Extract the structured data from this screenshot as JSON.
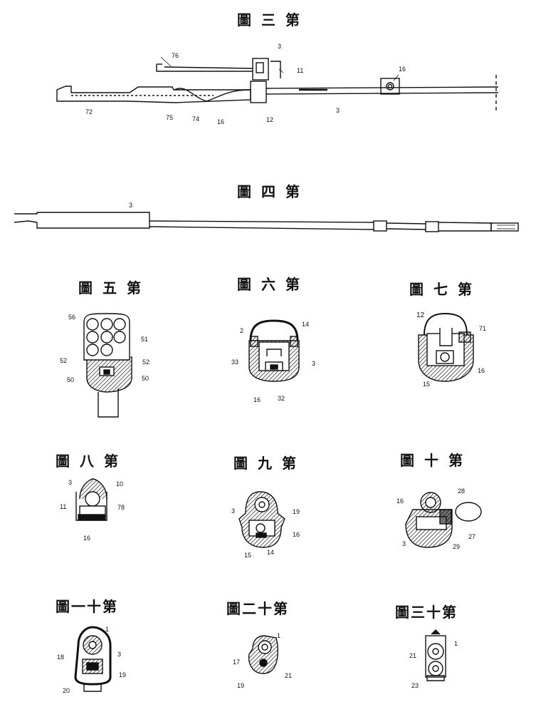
{
  "figures": {
    "f3": {
      "title": "圖三第",
      "labels": {
        "a": "76",
        "b": "3",
        "c": "11",
        "d": "16",
        "e": "72",
        "f": "75",
        "g": "74",
        "h": "16",
        "i": "12",
        "j": "3"
      }
    },
    "f4": {
      "title": "圖四第",
      "labels": {
        "a": "3"
      }
    },
    "f5": {
      "title": "圖五第",
      "labels": {
        "a": "56",
        "b": "51",
        "c": "52",
        "d": "52",
        "e": "50",
        "f": "50"
      }
    },
    "f6": {
      "title": "圖六第",
      "labels": {
        "a": "2",
        "b": "14",
        "c": "33",
        "d": "3",
        "e": "16",
        "f": "32"
      }
    },
    "f7": {
      "title": "圖七第",
      "labels": {
        "a": "12",
        "b": "71",
        "c": "16",
        "d": "15"
      }
    },
    "f8": {
      "title": "圖八第",
      "labels": {
        "a": "3",
        "b": "10",
        "c": "11",
        "d": "78",
        "e": "16"
      }
    },
    "f9": {
      "title": "圖九第",
      "labels": {
        "a": "3",
        "b": "19",
        "c": "16",
        "d": "15",
        "e": "14"
      }
    },
    "f10": {
      "title": "圖十第",
      "labels": {
        "a": "16",
        "b": "28",
        "c": "27",
        "d": "3",
        "e": "29"
      }
    },
    "f11": {
      "title": "圖一十第",
      "labels": {
        "a": "1",
        "b": "18",
        "c": "3",
        "d": "19",
        "e": "20"
      }
    },
    "f12": {
      "title": "圖二十第",
      "labels": {
        "a": "1",
        "b": "17",
        "c": "21",
        "d": "19"
      }
    },
    "f13": {
      "title": "圖三十第",
      "labels": {
        "a": "1",
        "b": "21",
        "c": "23"
      }
    }
  }
}
